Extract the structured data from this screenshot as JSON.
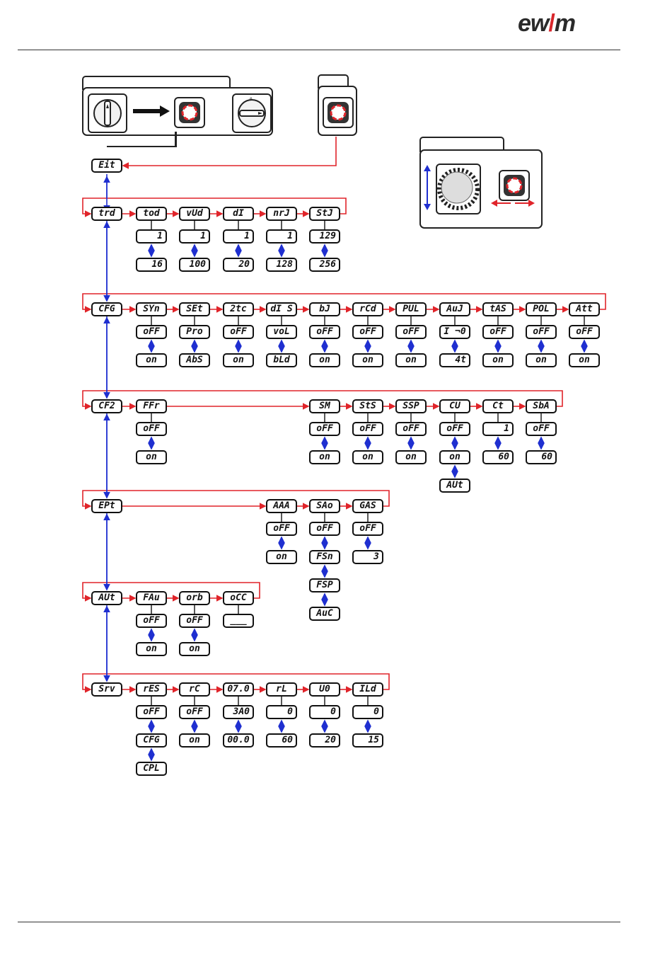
{
  "brand": {
    "text_left": "ew",
    "text_slash": "/",
    "text_right": "m",
    "accent": "#d8262b"
  },
  "colors": {
    "red_path": "#e0242a",
    "blue_arrow": "#1f2fd0"
  },
  "icons": {
    "main_switch": "rotary-switch-icon",
    "knob": "control-knob-icon",
    "push": "push-button-icon"
  },
  "entry": "Eit",
  "rows": [
    {
      "id": "trd",
      "items": [
        {
          "menu": "tod",
          "values": [
            "1",
            "16"
          ]
        },
        {
          "menu": "vUd",
          "values": [
            "1",
            "100"
          ]
        },
        {
          "menu": "dI",
          "values": [
            "1",
            "20"
          ]
        },
        {
          "menu": "nrJ",
          "values": [
            "1",
            "128"
          ]
        },
        {
          "menu": "StJ",
          "values": [
            "129",
            "256"
          ]
        }
      ]
    },
    {
      "id": "CFG",
      "items": [
        {
          "menu": "SYn",
          "values": [
            "oFF",
            "on"
          ]
        },
        {
          "menu": "SEt",
          "values": [
            "Pro",
            "AbS"
          ]
        },
        {
          "menu": "2tc",
          "values": [
            "oFF",
            "on"
          ]
        },
        {
          "menu": "dI S",
          "values": [
            "voL",
            "bLd"
          ]
        },
        {
          "menu": "bJ",
          "values": [
            "oFF",
            "on"
          ]
        },
        {
          "menu": "rCd",
          "values": [
            "oFF",
            "on"
          ]
        },
        {
          "menu": "PUL",
          "values": [
            "oFF",
            "on"
          ]
        },
        {
          "menu": "AuJ",
          "values": [
            "I ¬0",
            "4t"
          ]
        },
        {
          "menu": "tAS",
          "values": [
            "oFF",
            "on"
          ]
        },
        {
          "menu": "POL",
          "values": [
            "oFF",
            "on"
          ]
        },
        {
          "menu": "Att",
          "values": [
            "oFF",
            "on"
          ]
        }
      ]
    },
    {
      "id": "CF2",
      "items": [
        {
          "menu": "FFr",
          "values": [
            "oFF",
            "on"
          ]
        },
        {
          "menu": "SM",
          "values": [
            "oFF",
            "on"
          ]
        },
        {
          "menu": "StS",
          "values": [
            "oFF",
            "on"
          ]
        },
        {
          "menu": "SSP",
          "values": [
            "oFF",
            "on"
          ]
        },
        {
          "menu": "CU",
          "values": [
            "oFF",
            "on",
            "AUt"
          ]
        },
        {
          "menu": "Ct",
          "values": [
            "1",
            "60"
          ]
        },
        {
          "menu": "SbA",
          "values": [
            "oFF",
            "60"
          ]
        }
      ]
    },
    {
      "id": "EPt",
      "items": [
        {
          "menu": "AAA",
          "values": [
            "oFF",
            "on"
          ]
        },
        {
          "menu": "SAo",
          "values": [
            "oFF",
            "FSn",
            "FSP",
            "AuC"
          ]
        },
        {
          "menu": "GAS",
          "values": [
            "oFF",
            "3"
          ]
        }
      ]
    },
    {
      "id": "AUt",
      "items": [
        {
          "menu": "FAu",
          "values": [
            "oFF",
            "on"
          ]
        },
        {
          "menu": "orb",
          "values": [
            "oFF",
            "on"
          ]
        },
        {
          "menu": "oCC",
          "values": [
            "___"
          ]
        }
      ]
    },
    {
      "id": "Srv",
      "items": [
        {
          "menu": "rES",
          "values": [
            "oFF",
            "CFG",
            "CPL"
          ]
        },
        {
          "menu": "rC",
          "values": [
            "oFF",
            "on"
          ]
        },
        {
          "menu": "07.0",
          "values": [
            "3A0",
            "00.0"
          ]
        },
        {
          "menu": "rL",
          "values": [
            "0",
            "60"
          ]
        },
        {
          "menu": "U0",
          "values": [
            "0",
            "20"
          ]
        },
        {
          "menu": "ILd",
          "values": [
            "0",
            "15"
          ]
        }
      ]
    }
  ]
}
